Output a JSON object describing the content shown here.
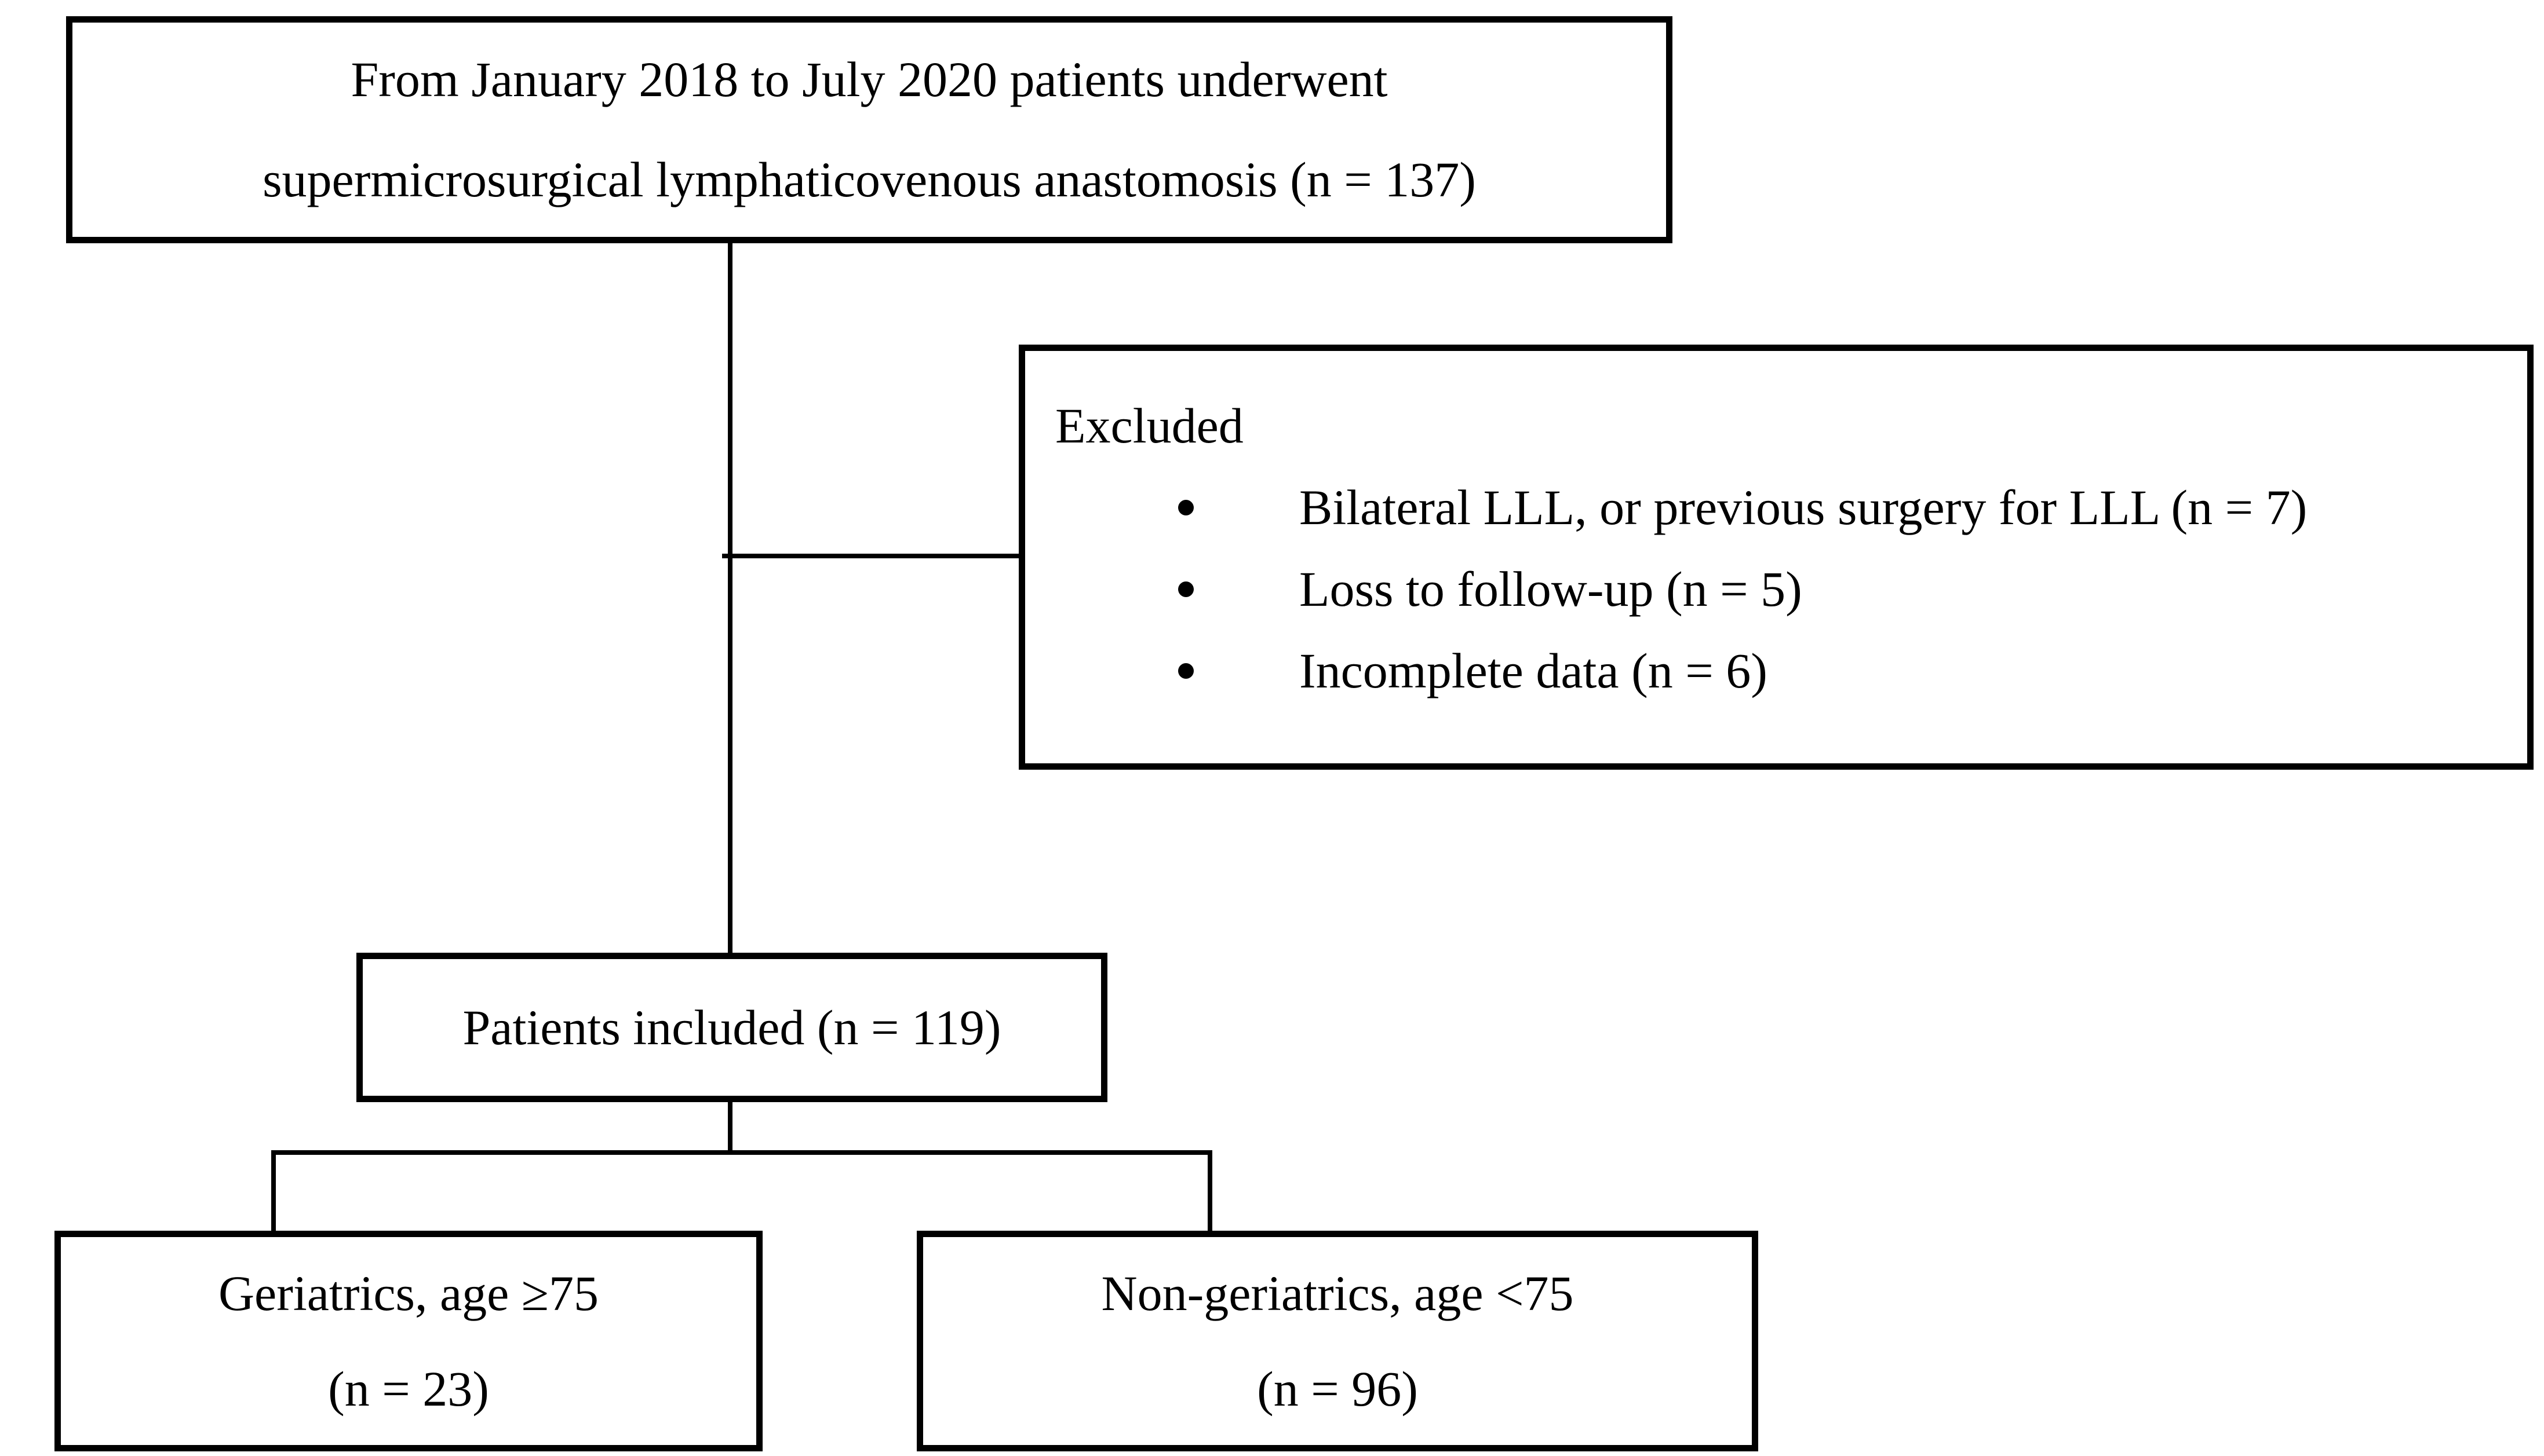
{
  "diagram": {
    "colors": {
      "border": "#000000",
      "background": "#ffffff",
      "text": "#000000"
    },
    "icons": {
      "bullet": "●"
    },
    "enrollment_box": {
      "lines": [
        "From January 2018 to July 2020 patients underwent",
        "supermicrosurgical lymphaticovenous anastomosis (n = 137)"
      ]
    },
    "excluded_box": {
      "title": "Excluded",
      "items": [
        "Bilateral LLL, or previous surgery for LLL (n = 7)",
        "Loss to follow-up (n = 5)",
        "Incomplete data (n = 6)"
      ]
    },
    "included_box": {
      "text": "Patients included (n = 119)"
    },
    "geriatrics_box": {
      "lines": [
        "Geriatrics, age ≥75",
        "(n = 23)"
      ]
    },
    "non_geriatrics_box": {
      "lines": [
        "Non-geriatrics, age <75",
        "(n = 96)"
      ]
    }
  }
}
